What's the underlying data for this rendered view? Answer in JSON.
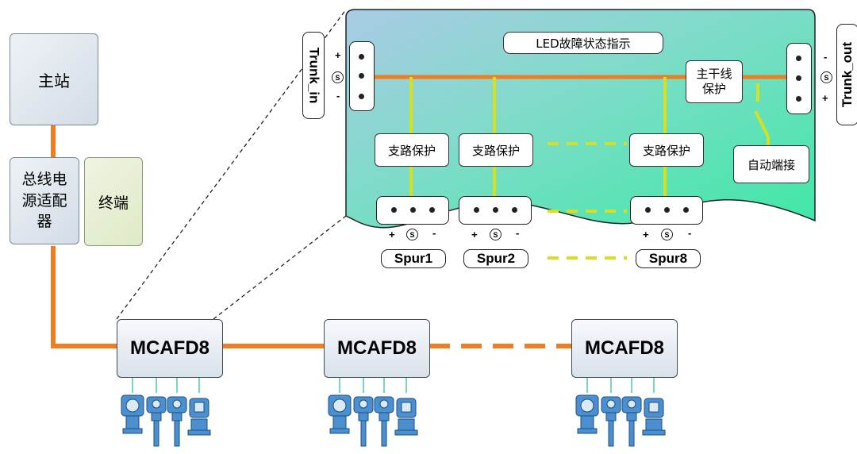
{
  "main_station": {
    "label": "主站"
  },
  "power_adapter": {
    "label": "总线电源适配器"
  },
  "terminator": {
    "label": "终端"
  },
  "devices": [
    {
      "label": "MCAFD8"
    },
    {
      "label": "MCAFD8"
    },
    {
      "label": "MCAFD8"
    }
  ],
  "detail": {
    "led_label": "LED故障状态指示",
    "trunk_protection": "主干线保护",
    "auto_termination": "自动端接",
    "spur_protection": [
      "支路保护",
      "支路保护",
      "支路保护"
    ],
    "trunk_in": "Trunk_in",
    "trunk_out": "Trunk_out",
    "spurs": [
      "Spur1",
      "Spur2",
      "Spur8"
    ],
    "plus": "+",
    "minus": "-",
    "shield": "S"
  },
  "colors": {
    "trunk": "#ef7d22",
    "spur": "#d6e021",
    "panel": "#5fe0b6",
    "device_drop": "#4fc9a6",
    "instrument": "#4a8fd0"
  }
}
